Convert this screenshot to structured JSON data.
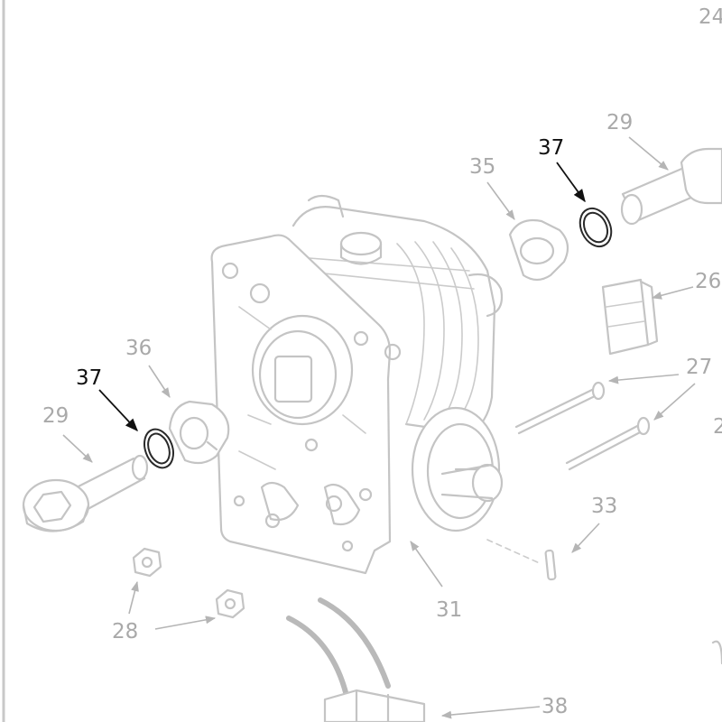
{
  "colors": {
    "line_grey": "#c4c4c4",
    "label_grey": "#a9a9a9",
    "highlight": "#111111",
    "background": "#ffffff"
  },
  "callouts": {
    "c24": "24",
    "c29_top": "29",
    "c37_top": "37",
    "c35": "35",
    "c26": "26",
    "c36": "36",
    "c37_left": "37",
    "c29_left": "29",
    "c27": "27",
    "c2_edge": "2",
    "c33": "33",
    "c31": "31",
    "c28": "28",
    "c38": "38"
  },
  "highlighted_part": "37"
}
